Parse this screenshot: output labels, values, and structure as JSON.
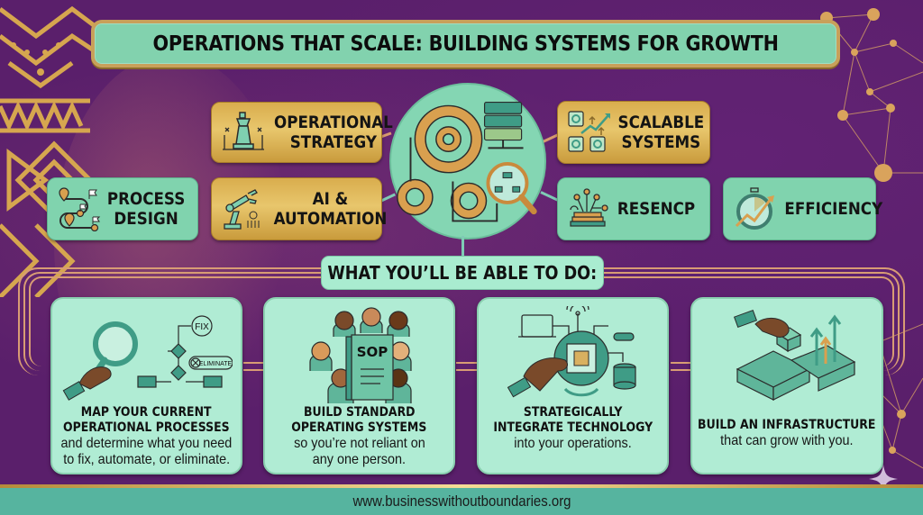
{
  "title": "OPERATIONS THAT SCALE: BUILDING SYSTEMS FOR GROWTH",
  "topics": [
    {
      "id": "operational-strategy",
      "line1": "OPERATIONAL",
      "line2": "STRATEGY",
      "style": "gold",
      "icon": "chess-king-icon"
    },
    {
      "id": "scalable-systems",
      "line1": "SCALABLE",
      "line2": "SYSTEMS",
      "style": "gold",
      "icon": "scaling-gears-icon"
    },
    {
      "id": "process-design",
      "line1": "PROCESS",
      "line2": "DESIGN",
      "style": "mint",
      "icon": "route-map-icon"
    },
    {
      "id": "ai-automation",
      "line1": "AI &",
      "line2": "AUTOMATION",
      "style": "gold",
      "icon": "robot-arm-icon"
    },
    {
      "id": "resencp",
      "line1": "RESENCP",
      "line2": "",
      "style": "mint",
      "icon": "resource-stack-icon"
    },
    {
      "id": "efficiency",
      "line1": "EFFICIENCY",
      "line2": "",
      "style": "mint",
      "icon": "stopwatch-growth-icon"
    }
  ],
  "hub": {
    "icon": "gears-server-magnifier-icon"
  },
  "section_header": "WHAT YOU’LL BE ABLE TO DO:",
  "outcomes": [
    {
      "head1": "MAP YOUR CURRENT",
      "head2": "OPERATIONAL PROCESSES",
      "sub1": "and determine what you need",
      "sub2": "to fix, automate, or eliminate.",
      "illus_labels": {
        "fix": "FIX",
        "eliminate": "ELIMINATE"
      },
      "icon": "process-map-magnifier-icon"
    },
    {
      "head1": "BUILD STANDARD",
      "head2": "OPERATING SYSTEMS",
      "sub1": "so you’re not reliant on",
      "sub2": "any one person.",
      "illus_labels": {
        "book": "SOP"
      },
      "icon": "sop-team-icon"
    },
    {
      "head1": "STRATEGICALLY",
      "head2": "INTEGRATE TECHNOLOGY",
      "sub1": "into your operations.",
      "sub2": "",
      "icon": "tech-integration-chip-icon"
    },
    {
      "head1": "BUILD AN INFRASTRUCTURE",
      "head2": "",
      "sub1": "that can grow with you.",
      "sub2": "",
      "icon": "building-blocks-growth-icon"
    }
  ],
  "footer": {
    "url": "www.businesswithoutboundaries.org"
  },
  "colors": {
    "background": "#5a1f6b",
    "mint": "#82d2ae",
    "card_mint": "#b0ecd4",
    "gold": "#d9ad4d",
    "copper": "#d89c74",
    "footer": "#56b49f",
    "teal_icon": "#3f9c86"
  }
}
